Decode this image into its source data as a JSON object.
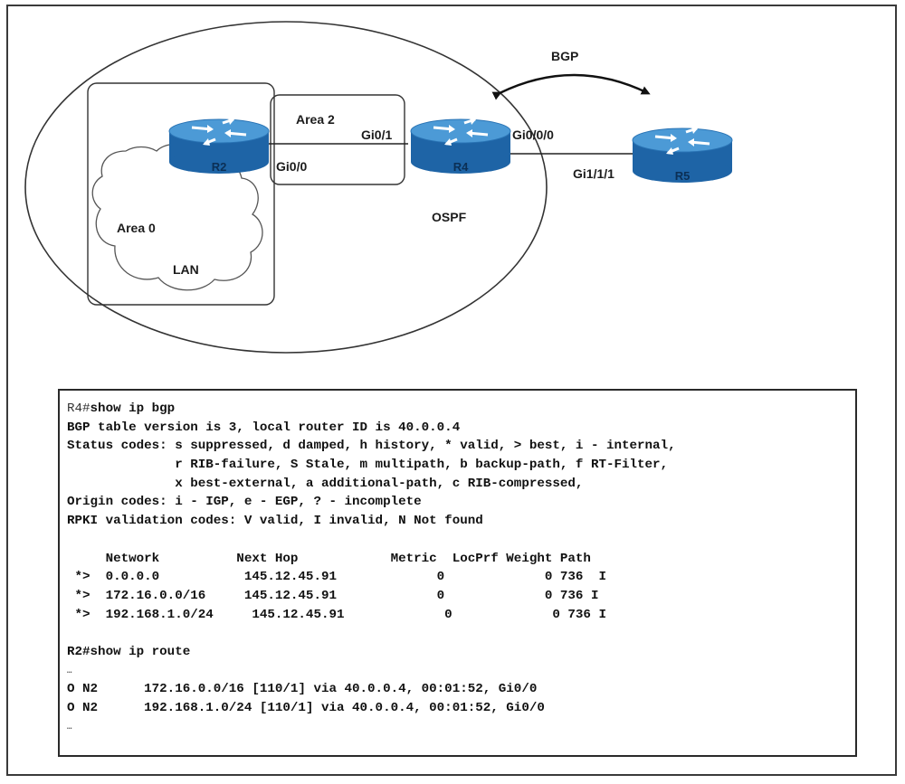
{
  "diagram": {
    "routers": [
      {
        "id": "r2",
        "label": "R2"
      },
      {
        "id": "r4",
        "label": "R4"
      },
      {
        "id": "r5",
        "label": "R5"
      }
    ],
    "labels": {
      "bgp": "BGP",
      "area2": "Area 2",
      "area0": "Area 0",
      "lan": "LAN",
      "ospf": "OSPF",
      "r2_if": "Gi0/0",
      "r4_if_lan": "Gi0/1",
      "r4_if_wan": "Gi0/0/0",
      "r5_if": "Gi1/1/1"
    },
    "colors": {
      "router_top": "#3d8fcf",
      "router_side": "#1e64a6",
      "line": "#222222"
    }
  },
  "cli": {
    "r4": {
      "prompt": "R4#",
      "command": "show ip bgp",
      "header_lines": [
        "BGP table version is 3, local router ID is 40.0.0.4",
        "Status codes: s suppressed, d damped, h history, * valid, > best, i - internal,",
        "              r RIB-failure, S Stale, m multipath, b backup-path, f RT-Filter,",
        "              x best-external, a additional-path, c RIB-compressed,",
        "Origin codes: i - IGP, e - EGP, ? - incomplete",
        "RPKI validation codes: V valid, I invalid, N Not found"
      ],
      "table_header": "     Network          Next Hop            Metric  LocPrf Weight Path",
      "rows": [
        " *>  0.0.0.0           145.12.45.91             0             0 736  I",
        " *>  172.16.0.0/16     145.12.45.91             0             0 736 I",
        " *>  192.168.1.0/24     145.12.45.91             0             0 736 I"
      ]
    },
    "r2": {
      "prompt": "R2#",
      "command": "show ip route",
      "ellipsis": "…",
      "routes": [
        "O N2      172.16.0.0/16 [110/1] via 40.0.0.4, 00:01:52, Gi0/0",
        "O N2      192.168.1.0/24 [110/1] via 40.0.0.4, 00:01:52, Gi0/0"
      ]
    }
  }
}
